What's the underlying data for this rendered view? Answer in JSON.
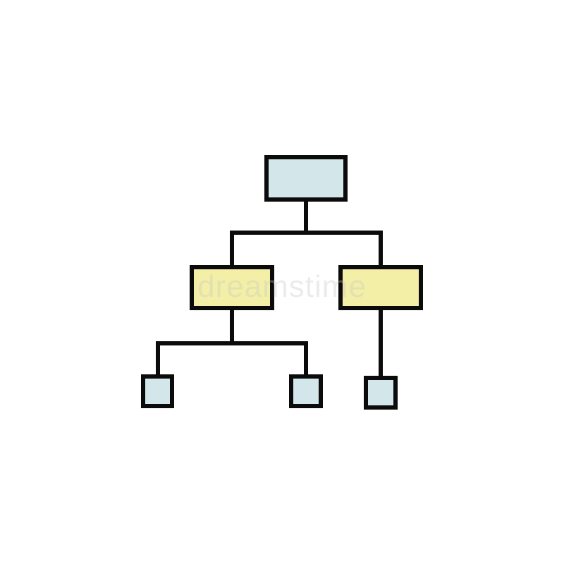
{
  "diagram": {
    "type": "hierarchy-icon",
    "colors": {
      "background": "#ffffff",
      "stroke": "#0b0b0b",
      "blue_fill": "#d3e6ea",
      "yellow_fill": "#f3efa6"
    },
    "nodes": [
      {
        "id": "root",
        "level": 0,
        "fill": "blue"
      },
      {
        "id": "left-branch",
        "level": 1,
        "fill": "yellow"
      },
      {
        "id": "right-branch",
        "level": 1,
        "fill": "yellow"
      },
      {
        "id": "leaf-left",
        "level": 2,
        "fill": "blue"
      },
      {
        "id": "leaf-middle",
        "level": 2,
        "fill": "blue"
      },
      {
        "id": "leaf-right",
        "level": 2,
        "fill": "blue"
      }
    ],
    "edges": [
      {
        "from": "root",
        "to": "left-branch"
      },
      {
        "from": "root",
        "to": "right-branch"
      },
      {
        "from": "left-branch",
        "to": "leaf-left"
      },
      {
        "from": "left-branch",
        "to": "leaf-middle"
      },
      {
        "from": "right-branch",
        "to": "leaf-right"
      }
    ]
  },
  "watermark": {
    "text": "dreamstime"
  }
}
